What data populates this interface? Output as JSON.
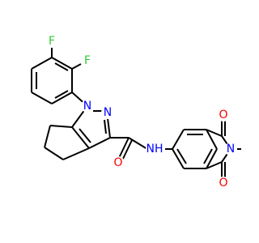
{
  "colors": {
    "bond": "#000000",
    "nitrogen": "#0000ff",
    "oxygen": "#ff0000",
    "fluorine": "#33cc33"
  },
  "atoms": {
    "f_top": "F",
    "f_right": "F",
    "n1_pyrazole": "N",
    "n2_pyrazole": "N",
    "nh_amide": "NH",
    "o_amide": "O",
    "n_imide": "N",
    "o_imide_top": "O",
    "o_imide_bottom": "O"
  }
}
